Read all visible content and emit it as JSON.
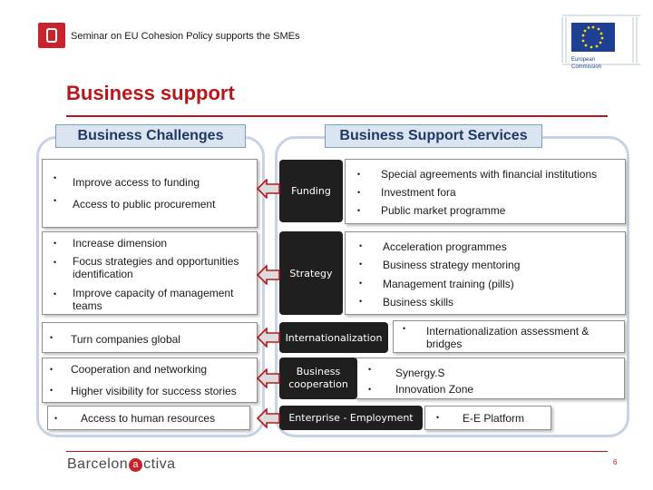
{
  "header": {
    "text": "Seminar on EU Cohesion Policy supports the SMEs"
  },
  "ec_logo": {
    "line1": "European",
    "line2": "Commission"
  },
  "title": "Business support",
  "left": {
    "heading": "Business Challenges",
    "groups": [
      {
        "items": [
          "Improve access to funding",
          "Access to public procurement"
        ]
      },
      {
        "items": [
          "Increase dimension",
          "Focus strategies and opportunities identification",
          "Improve capacity of management teams"
        ]
      },
      {
        "items": [
          "Turn companies global"
        ]
      },
      {
        "items": [
          "Cooperation and networking",
          "Higher visibility for success stories"
        ]
      },
      {
        "items": [
          "Access to human resources"
        ]
      }
    ]
  },
  "right": {
    "heading": "Business Support Services",
    "services": [
      {
        "label": "Funding",
        "items": [
          "Special agreements with financial institutions",
          "Investment fora",
          "Public market programme"
        ]
      },
      {
        "label": "Strategy",
        "items": [
          "Acceleration programmes",
          "Business strategy mentoring",
          "Management training (pills)",
          "Business skills"
        ]
      },
      {
        "label": "Internationalization",
        "items": [
          "Internationalization assessment & bridges"
        ]
      },
      {
        "label": "Business cooperation",
        "items": [
          "Synergy.S",
          "Innovation Zone"
        ]
      },
      {
        "label": "Enterprise - Employment",
        "items": [
          "E-E Platform"
        ]
      }
    ]
  },
  "footer": {
    "brand_pre": "Barcelon",
    "brand_mark": "a",
    "brand_post": "ctiva",
    "page": "6"
  },
  "colors": {
    "accent": "#b7161a",
    "header_fill": "#dbe5f1",
    "service_fill": "#1f1f1f"
  },
  "icons": [
    "barcelona-logo-icon",
    "eu-flag-icon",
    "arrow-left-icon"
  ]
}
